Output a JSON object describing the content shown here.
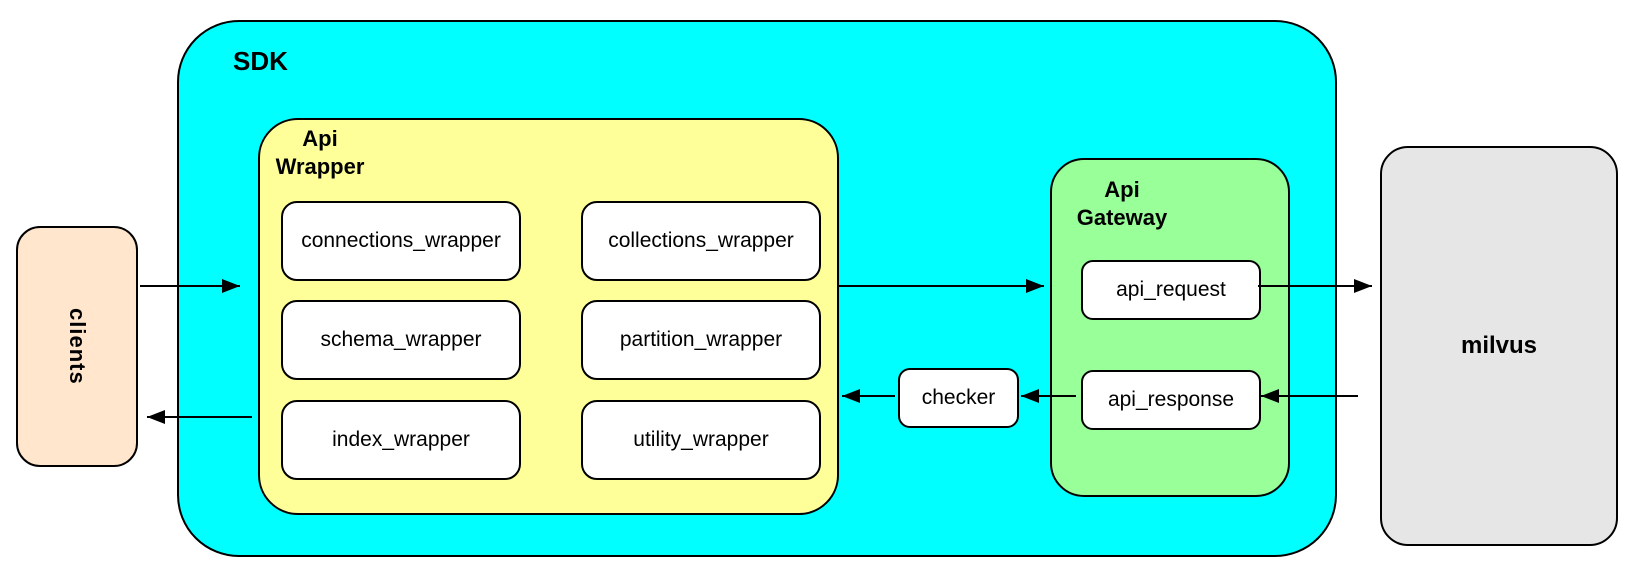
{
  "diagram": {
    "nodes": {
      "clients": {
        "label": "clients"
      },
      "sdk": {
        "label": "SDK"
      },
      "api_wrapper": {
        "label": "Api Wrapper",
        "boxes": [
          "connections_wrapper",
          "collections_wrapper",
          "schema_wrapper",
          "partition_wrapper",
          "index_wrapper",
          "utility_wrapper"
        ]
      },
      "checker": {
        "label": "checker"
      },
      "api_gateway": {
        "label": "Api Gateway",
        "request_label": "api_request",
        "response_label": "api_response"
      },
      "milvus": {
        "label": "milvus"
      }
    },
    "flows": [
      {
        "from": "clients",
        "to": "api_wrapper"
      },
      {
        "from": "api_wrapper",
        "to": "api_gateway"
      },
      {
        "from": "api_request",
        "to": "milvus"
      },
      {
        "from": "milvus",
        "to": "api_response"
      },
      {
        "from": "api_response",
        "to": "checker"
      },
      {
        "from": "checker",
        "to": "api_wrapper"
      },
      {
        "from": "api_wrapper",
        "to": "clients"
      }
    ],
    "colors": {
      "sdk_fill": "#00FFFF",
      "api_wrapper_fill": "#FFFF99",
      "api_gateway_fill": "#99FF99",
      "clients_fill": "#FFE6CC",
      "milvus_fill": "#E6E6E6",
      "node_fill": "#FFFFFF",
      "stroke": "#000000"
    }
  }
}
